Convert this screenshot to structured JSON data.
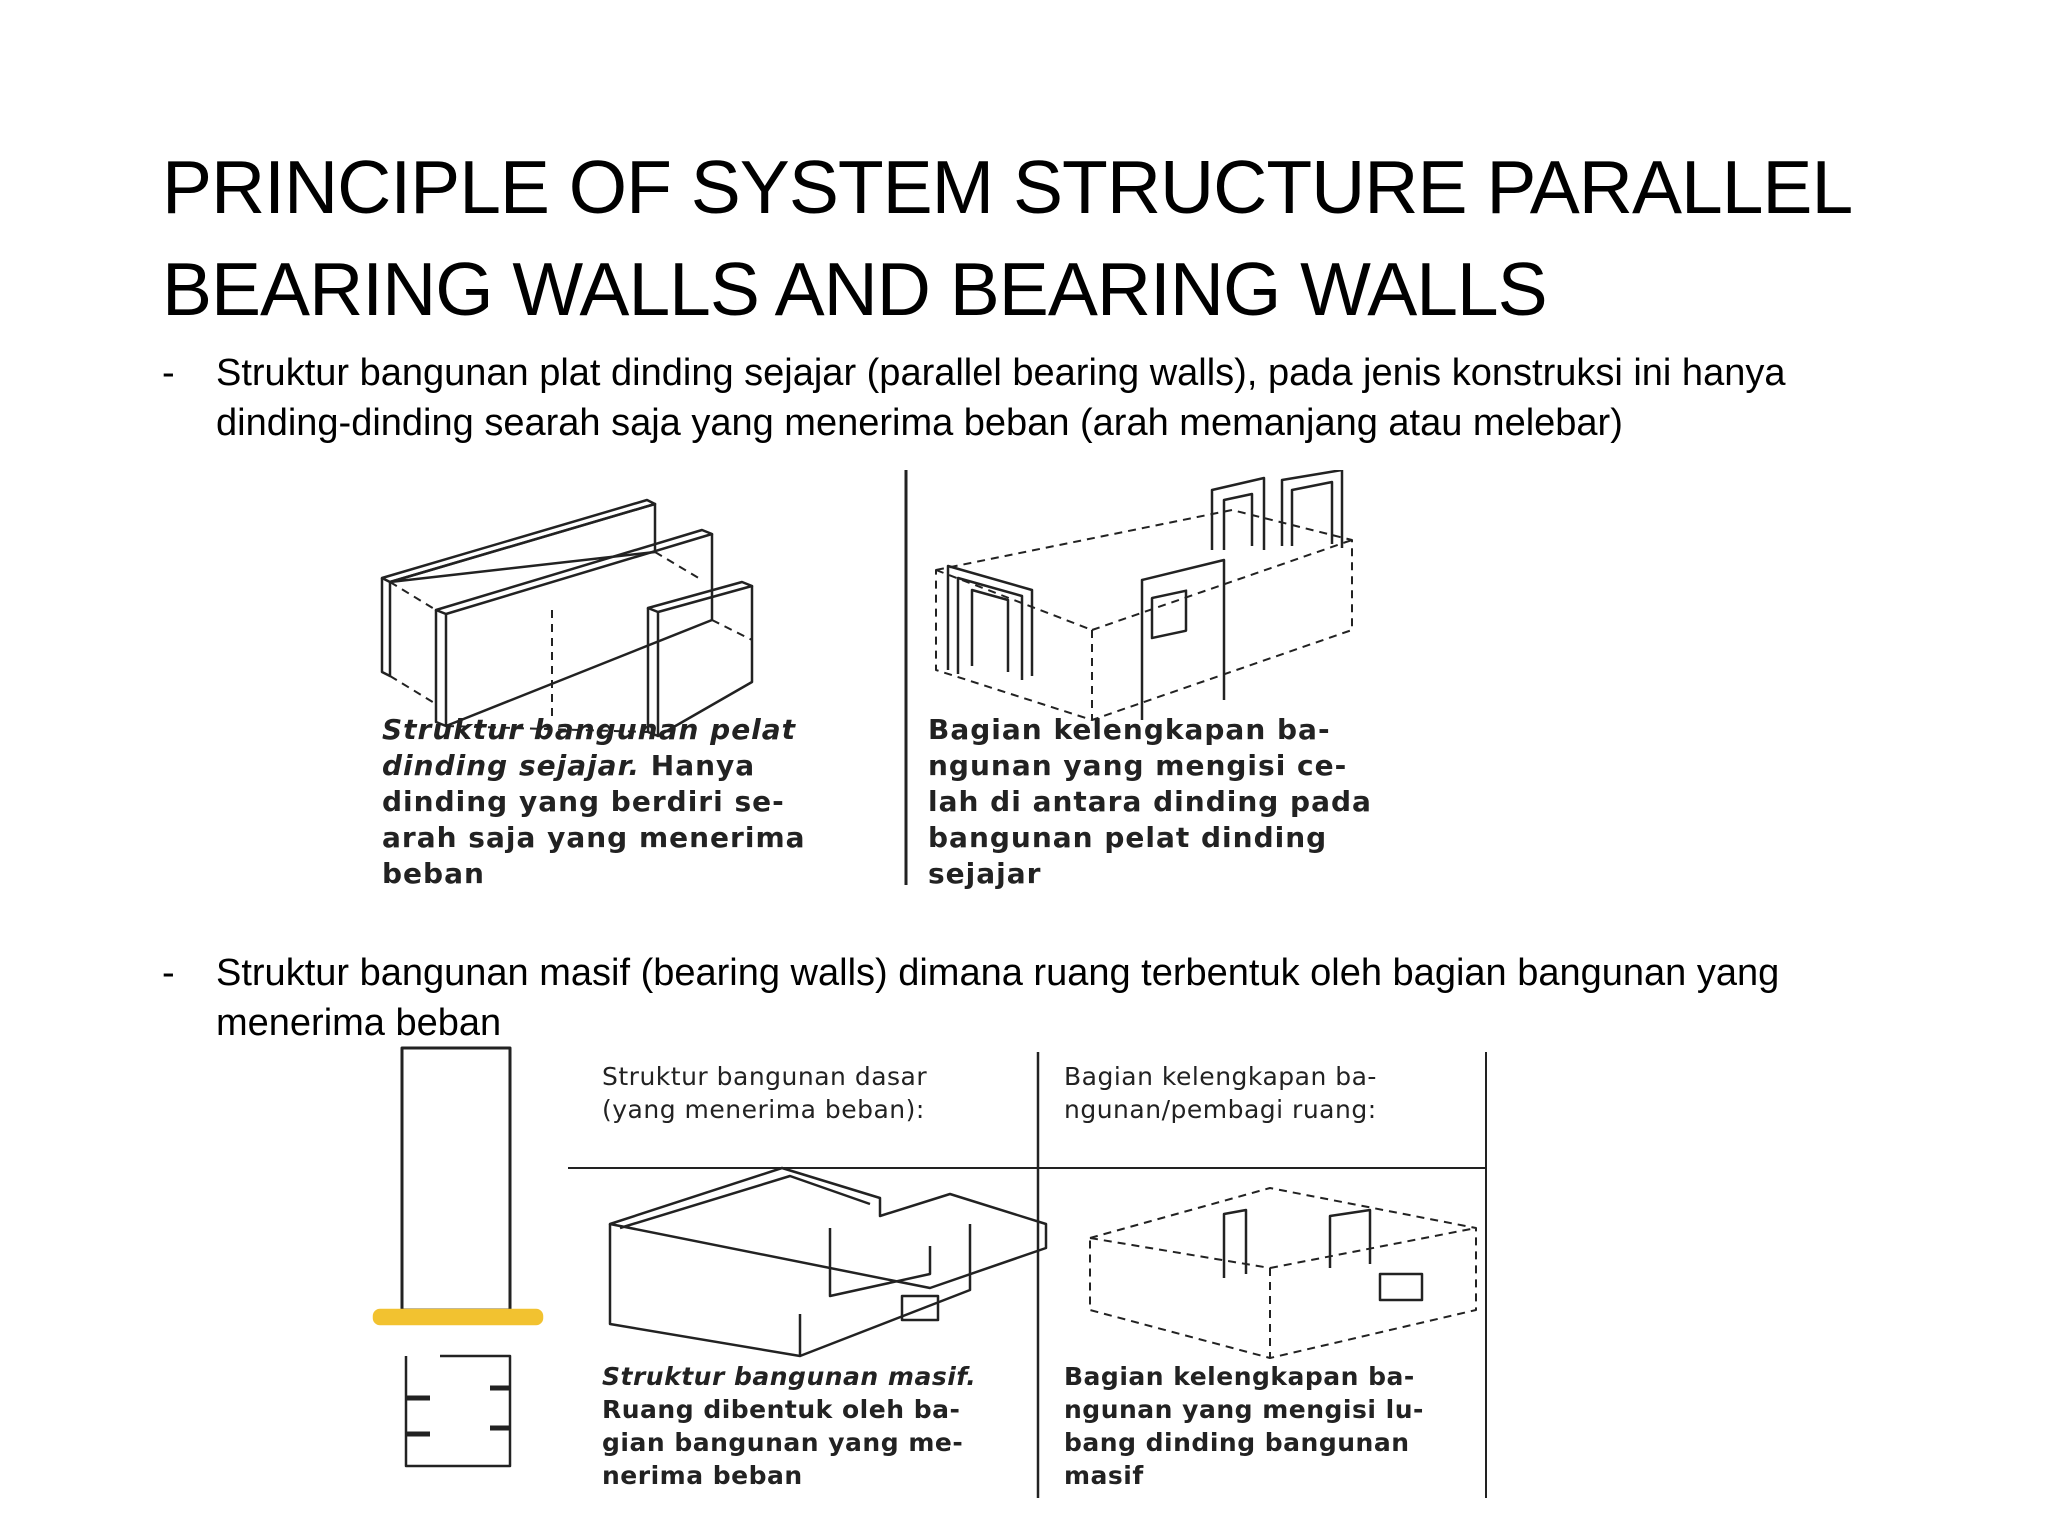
{
  "slide": {
    "title_line1": "PRINCIPLE OF SYSTEM STRUCTURE PARALLEL",
    "title_line2": "BEARING WALLS AND BEARING WALLS",
    "bullets": [
      {
        "marker": "-",
        "line1": "Struktur bangunan plat dinding sejajar (parallel bearing walls), pada jenis konstruksi ini hanya",
        "line2": "dinding-dinding searah saja yang menerima beban (arah memanjang atau melebar)"
      },
      {
        "marker": "-",
        "line1": "Struktur bangunan masif (bearing walls) dimana ruang terbentuk oleh bagian bangunan yang",
        "line2": "menerima beban"
      }
    ]
  },
  "figure1": {
    "left_caption": {
      "italic1": "Struktur bangunan pelat",
      "italic2": "dinding sejajar.",
      "rest2": " Hanya",
      "line3": "dinding yang berdiri se-",
      "line4": "arah saja yang menerima",
      "line5": "beban"
    },
    "right_caption": {
      "line1": "Bagian kelengkapan ba-",
      "line2": "ngunan yang mengisi ce-",
      "line3": "lah di antara dinding pada",
      "line4": "bangunan pelat dinding",
      "line5": "sejajar"
    }
  },
  "figure2": {
    "header_left": {
      "line1": "Struktur bangunan dasar",
      "line2": "(yang menerima beban):"
    },
    "header_right": {
      "line1": "Bagian kelengkapan ba-",
      "line2": "ngunan/pembagi ruang:"
    },
    "left_caption": {
      "italic1": "Struktur bangunan masif.",
      "line2": "Ruang dibentuk oleh ba-",
      "line3": "gian bangunan yang me-",
      "line4": "nerima beban"
    },
    "right_caption": {
      "line1": "Bagian kelengkapan ba-",
      "line2": "ngunan yang mengisi lu-",
      "line3": "bang dinding bangunan",
      "line4": "masif"
    }
  }
}
